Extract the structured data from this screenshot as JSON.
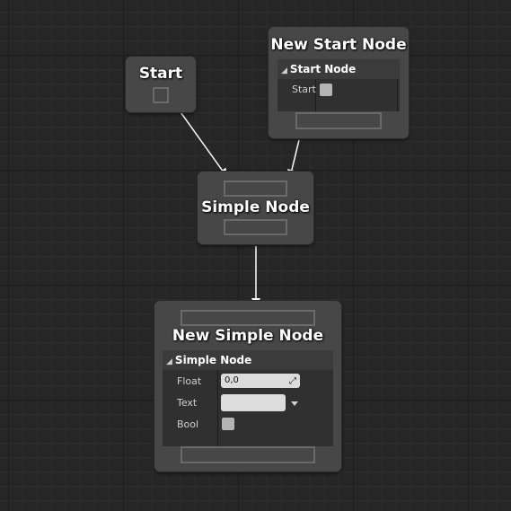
{
  "nodes": {
    "start": {
      "title": "Start"
    },
    "new_start": {
      "title": "New Start Node",
      "section": "Start Node",
      "props": {
        "start_label": "Start"
      }
    },
    "simple": {
      "title": "Simple Node"
    },
    "new_simple": {
      "title": "New Simple Node",
      "section": "Simple Node",
      "props": {
        "float_label": "Float",
        "float_value": "0,0",
        "text_label": "Text",
        "text_value": "",
        "bool_label": "Bool"
      }
    }
  },
  "icons": {
    "collapse": "triangle-down-right-icon",
    "drag_grip": "diagonal-drag-icon",
    "dropdown": "chevron-down-icon"
  },
  "colors": {
    "background": "#262626",
    "node": "#474747",
    "wire": "#ffffff"
  }
}
